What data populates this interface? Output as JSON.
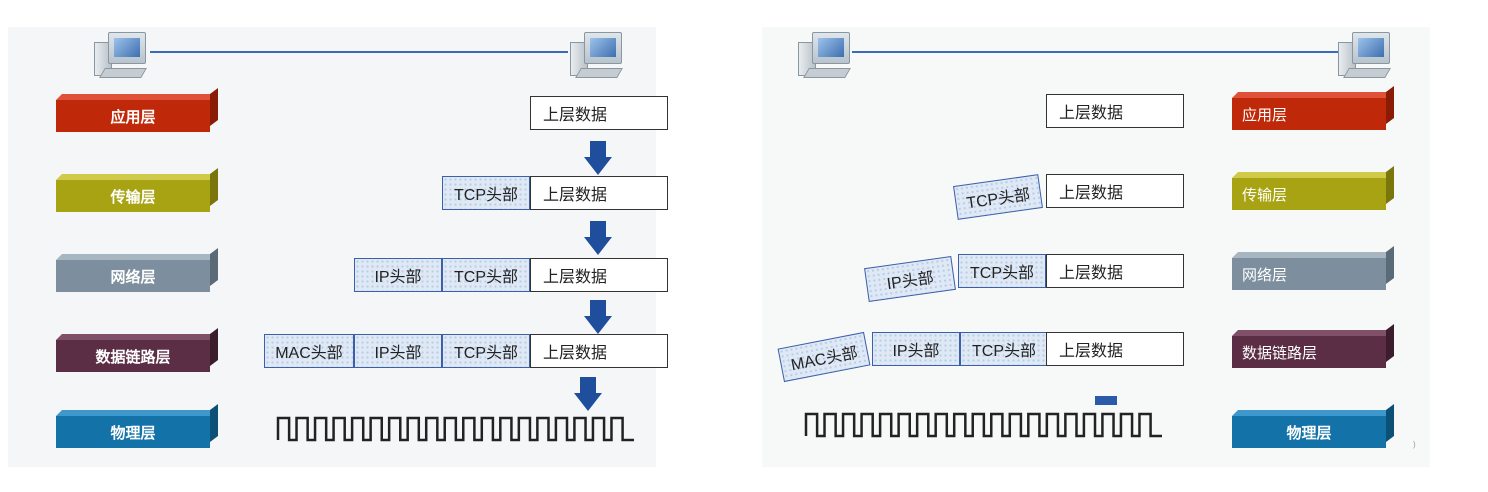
{
  "layers": {
    "application": "应用层",
    "transport": "传输层",
    "network": "网络层",
    "datalink": "数据链路层",
    "physical": "物理层"
  },
  "packet": {
    "upper_data": "上层数据",
    "tcp_header": "TCP头部",
    "ip_header": "IP头部",
    "mac_header": "MAC头部"
  },
  "icons": [
    "computer-icon",
    "down-arrow-icon",
    "square-wave-signal"
  ],
  "colors": {
    "application": "#c0280a",
    "transport": "#a8a313",
    "network": "#7d8f9e",
    "datalink": "#5b2e45",
    "physical": "#1372a8",
    "header_fill": "#dfe8f5",
    "arrow": "#1f4e9c",
    "wire": "#3a6bb7"
  }
}
